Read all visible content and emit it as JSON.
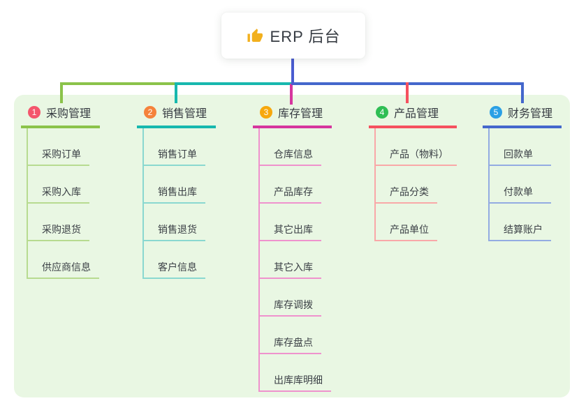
{
  "root": {
    "label": "ERP 后台",
    "icon": "thumbs-up-icon",
    "icon_color": "#f2b01e",
    "line_color": "#4a5cd1"
  },
  "colors": {
    "panel_bg": "#e9f7e3",
    "text_dark": "#363b42"
  },
  "branches": [
    {
      "badge": "1",
      "badge_color": "#f4566c",
      "title": "采购管理",
      "line_color": "#8bc34a",
      "child_line_color": "#b7db90",
      "children": [
        "采购订单",
        "采购入库",
        "采购退货",
        "供应商信息"
      ]
    },
    {
      "badge": "2",
      "badge_color": "#f5823b",
      "title": "销售管理",
      "line_color": "#17b8ae",
      "child_line_color": "#8ad8d0",
      "children": [
        "销售订单",
        "销售出库",
        "销售退货",
        "客户信息"
      ]
    },
    {
      "badge": "3",
      "badge_color": "#f7a80d",
      "title": "库存管理",
      "line_color": "#d6369e",
      "child_line_color": "#ef92cd",
      "children": [
        "仓库信息",
        "产品库存",
        "其它出库",
        "其它入库",
        "库存调拨",
        "库存盘点",
        "出库库明细"
      ]
    },
    {
      "badge": "4",
      "badge_color": "#2fbe54",
      "title": "产品管理",
      "line_color": "#f5515f",
      "child_line_color": "#f9a8a8",
      "children": [
        "产品（物料）",
        "产品分类",
        "产品单位"
      ]
    },
    {
      "badge": "5",
      "badge_color": "#2aa0e5",
      "title": "财务管理",
      "line_color": "#4467cc",
      "child_line_color": "#93abe2",
      "children": [
        "回款单",
        "付款单",
        "结算账户"
      ]
    }
  ]
}
